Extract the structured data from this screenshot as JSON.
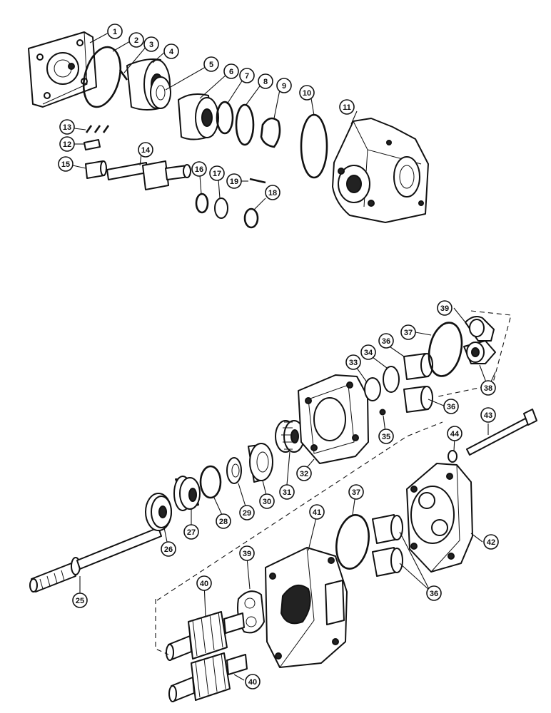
{
  "callouts": {
    "c1": "1",
    "c2": "2",
    "c3": "3",
    "c4": "4",
    "c5": "5",
    "c6": "6",
    "c7": "7",
    "c8": "8",
    "c9": "9",
    "c10": "10",
    "c11": "11",
    "c12": "12",
    "c13": "13",
    "c14": "14",
    "c15": "15",
    "c16": "16",
    "c17": "17",
    "c18": "18",
    "c19": "19",
    "c25": "25",
    "c26": "26",
    "c27": "27",
    "c28": "28",
    "c29": "29",
    "c30": "30",
    "c31": "31",
    "c32": "32",
    "c33": "33",
    "c34": "34",
    "c35": "35",
    "c36a": "36",
    "c36b": "36",
    "c36c": "36",
    "c37a": "37",
    "c37b": "37",
    "c38": "38",
    "c39a": "39",
    "c39b": "39",
    "c40a": "40",
    "c40b": "40",
    "c41": "41",
    "c42": "42",
    "c43": "43",
    "c44": "44"
  }
}
